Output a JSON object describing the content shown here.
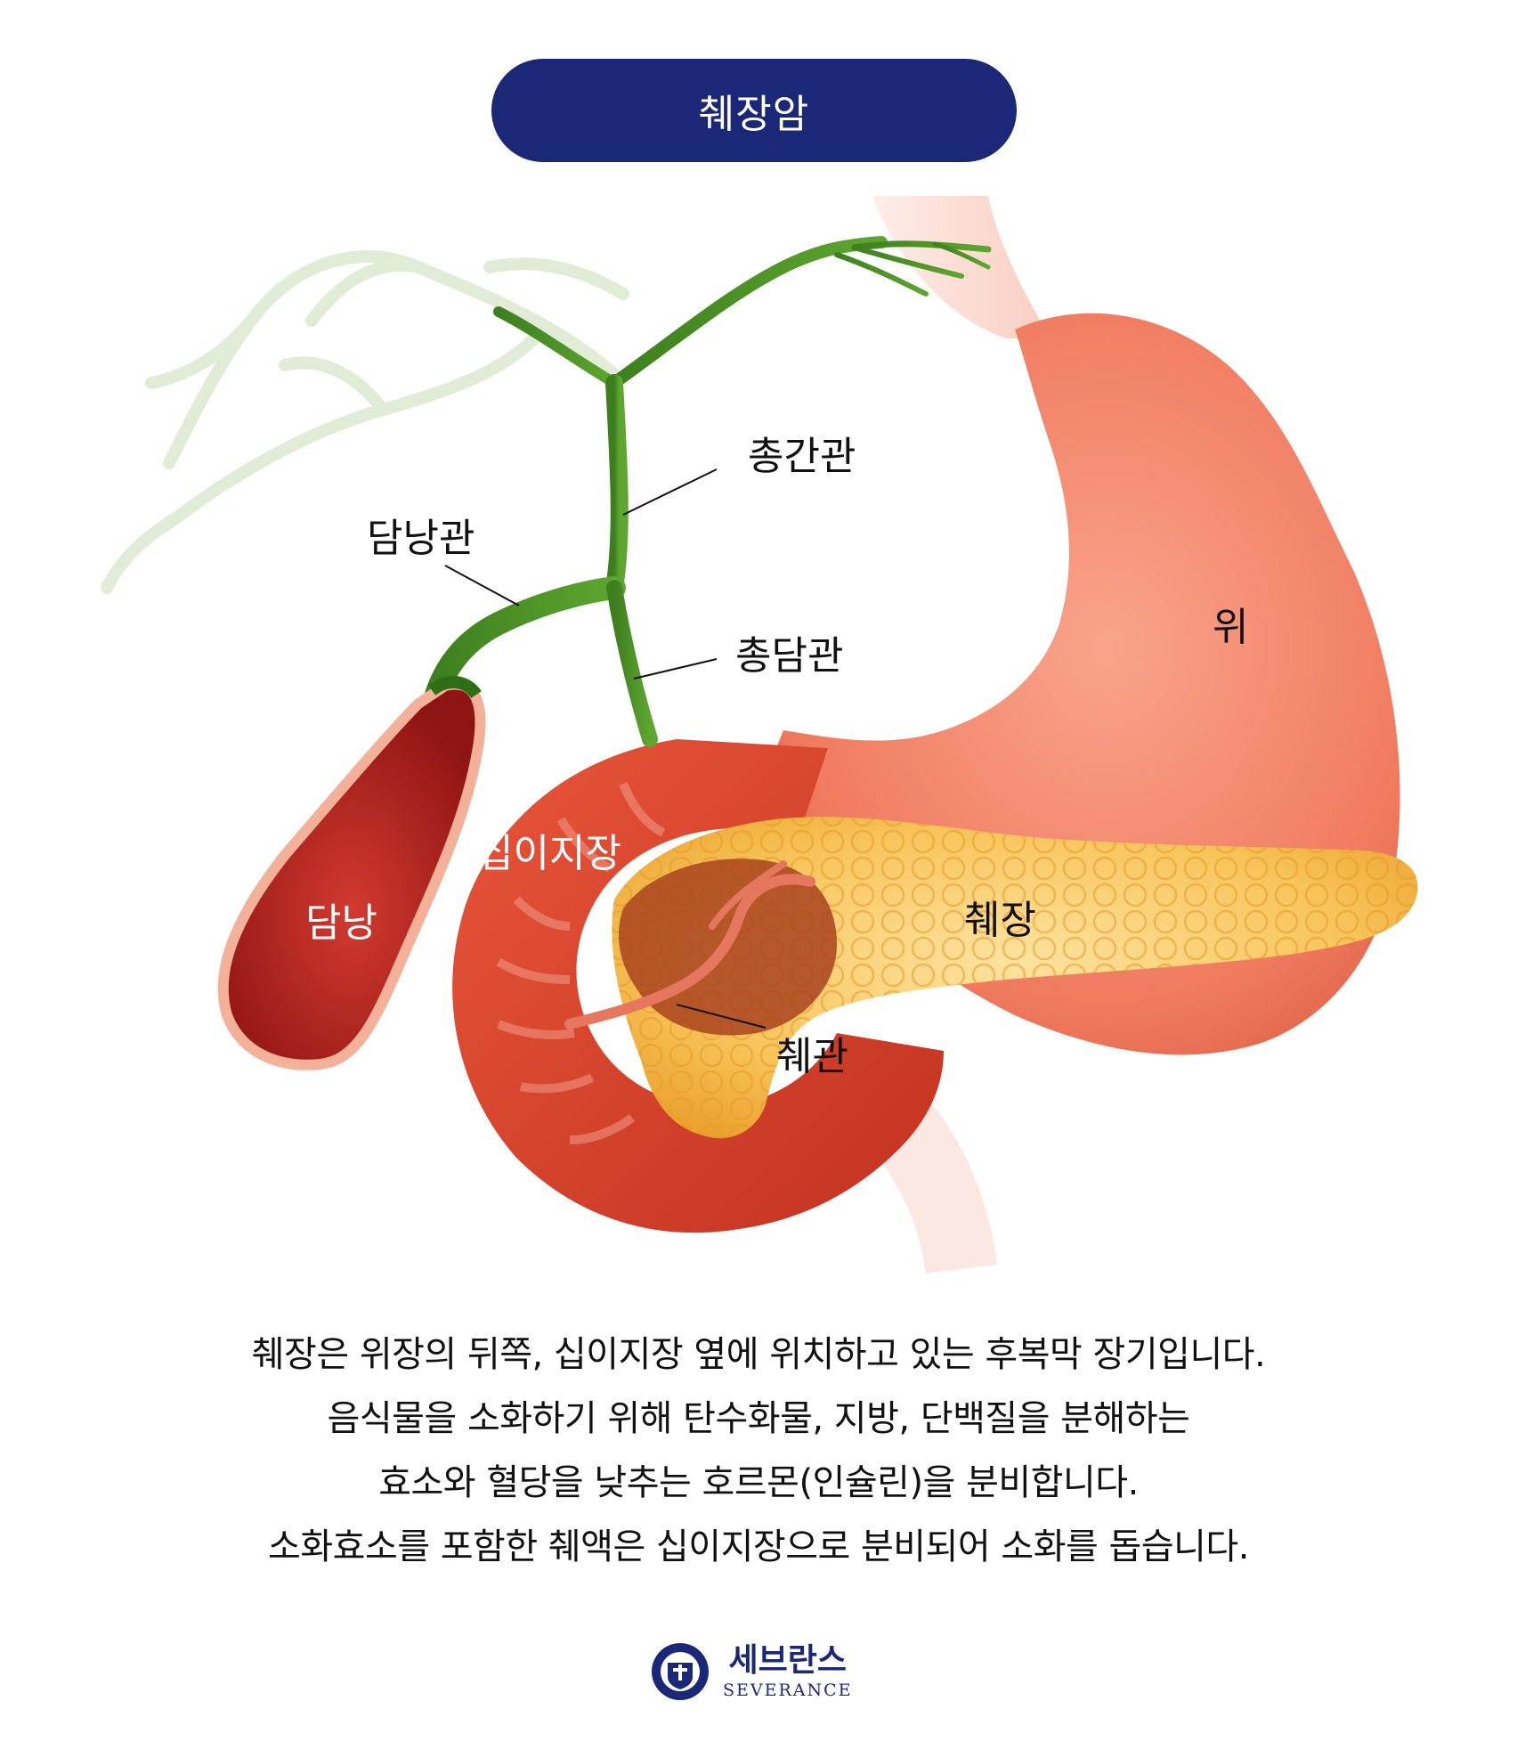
{
  "title": "췌장암",
  "labels": {
    "common_hepatic_duct": "총간관",
    "cystic_duct": "담낭관",
    "common_bile_duct": "총담관",
    "stomach": "위",
    "duodenum": "십이지장",
    "gallbladder": "담낭",
    "pancreas": "췌장",
    "pancreatic_duct": "췌관"
  },
  "description": [
    "췌장은 위장의 뒤쪽, 십이지장 옆에 위치하고 있는 후복막 장기입니다.",
    "음식물을 소화하기 위해 탄수화물, 지방, 단백질을 분해하는",
    "효소와 혈당을 낮추는 호르몬(인슐린)을 분비합니다.",
    "소화효소를 포함한 췌액은 십이지장으로 분비되어 소화를 돕습니다."
  ],
  "logo": {
    "name_ko": "세브란스",
    "name_en": "SEVERANCE"
  },
  "colors": {
    "title_bg": "#1b2777",
    "stomach": "#f2846a",
    "duodenum": "#d8432c",
    "gallbladder": "#b8201c",
    "pancreas": "#f5b43a",
    "bile_duct": "#3f8a22"
  }
}
